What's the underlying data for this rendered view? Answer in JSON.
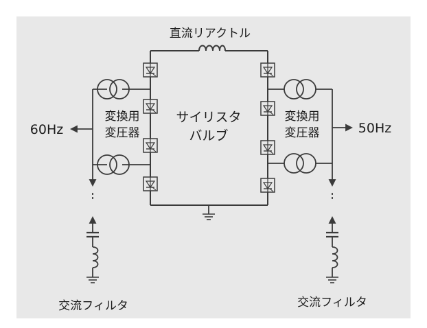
{
  "labels": {
    "dc_reactor": "直流リアクトル",
    "left_transformer_line1": "変換用",
    "left_transformer_line2": "変圧器",
    "right_transformer_line1": "変換用",
    "right_transformer_line2": "変圧器",
    "valve_line1": "サイリスタ",
    "valve_line2": "バルブ",
    "left_frequency": "60Hz",
    "right_frequency": "50Hz",
    "left_filter": "交流フィルタ",
    "right_filter": "交流フィルタ"
  },
  "colors": {
    "panel": "#e8e8e8",
    "line": "#3a3a3a",
    "text": "#1c1c1c",
    "page": "#ffffff"
  }
}
